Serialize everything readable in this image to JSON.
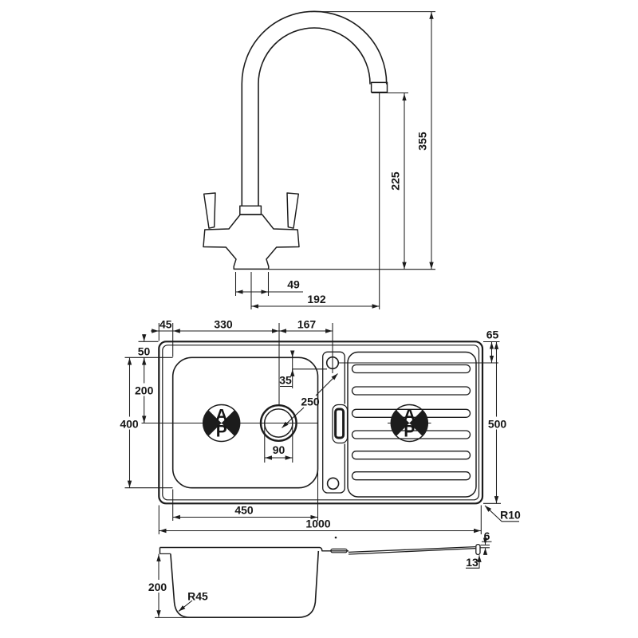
{
  "drawing": {
    "line_color": "#1c1c1c",
    "background": "#ffffff",
    "type": "kitchen sink and mixer tap dimensioned technical drawing"
  },
  "tap_view": {
    "dim_overall_height": "355",
    "dim_spout_clearance": "225",
    "dim_base_width": "49",
    "dim_spout_reach": "192"
  },
  "top_view": {
    "dim_edge_to_bowl": "45",
    "dim_bowl_to_drain": "330",
    "dim_drain_to_taphole": "167",
    "dim_taphole_from_edge": "65",
    "dim_edge_to_bowl_front": "50",
    "dim_bowl_front_to_centre": "200",
    "dim_bowl_front_back": "400",
    "dim_taphole_diameter": "35",
    "dim_hole_centres": "250",
    "dim_waste_diameter": "90",
    "dim_bowl_width": "450",
    "dim_overall_length": "1000",
    "dim_overall_width": "500",
    "dim_corner_radius": "R10"
  },
  "side_view": {
    "dim_bowl_depth": "200",
    "dim_bowl_corner_radius": "R45",
    "dim_edge_thickness": "6",
    "dim_edge_return": "13"
  },
  "symbols": {
    "datum_letter_top": "A",
    "datum_letter_bottom": "P"
  }
}
